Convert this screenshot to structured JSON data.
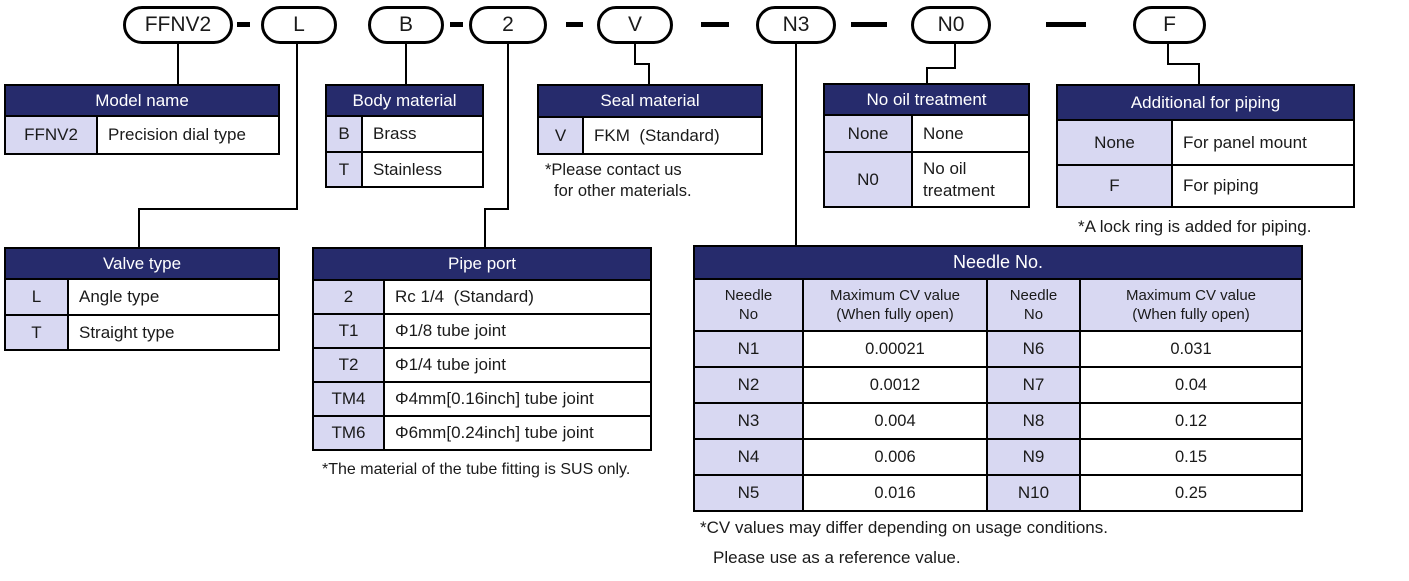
{
  "colors": {
    "header_bg": "#262b6c",
    "key_cell_bg": "#d8d8f2",
    "line": "#000000",
    "background": "#ffffff"
  },
  "code_segments": [
    {
      "label": "FFNV2"
    },
    {
      "label": "L"
    },
    {
      "label": "B"
    },
    {
      "label": "2"
    },
    {
      "label": "V"
    },
    {
      "label": "N3"
    },
    {
      "label": "N0"
    },
    {
      "label": "F"
    }
  ],
  "tables": {
    "model_name": {
      "title": "Model name",
      "rows": [
        {
          "key": "FFNV2",
          "value": "Precision dial type"
        }
      ]
    },
    "valve_type": {
      "title": "Valve type",
      "rows": [
        {
          "key": "L",
          "value": "Angle type"
        },
        {
          "key": "T",
          "value": "Straight type"
        }
      ]
    },
    "body_material": {
      "title": "Body material",
      "rows": [
        {
          "key": "B",
          "value": "Brass"
        },
        {
          "key": "T",
          "value": "Stainless"
        }
      ]
    },
    "pipe_port": {
      "title": "Pipe port",
      "rows": [
        {
          "key": "2",
          "value": "Rc 1/4  (Standard)"
        },
        {
          "key": "T1",
          "value": "Φ1/8 tube joint"
        },
        {
          "key": "T2",
          "value": "Φ1/4 tube joint"
        },
        {
          "key": "TM4",
          "value": "Φ4mm[0.16inch] tube joint"
        },
        {
          "key": "TM6",
          "value": "Φ6mm[0.24inch] tube joint"
        }
      ],
      "note": "*The material of the tube fitting is SUS only."
    },
    "seal_material": {
      "title": "Seal material",
      "rows": [
        {
          "key": "V",
          "value": "FKM  (Standard)"
        }
      ],
      "note_line1": "*Please contact us",
      "note_line2": "for other materials."
    },
    "no_oil_treatment": {
      "title": "No oil treatment",
      "rows": [
        {
          "key": "None",
          "value": "None"
        },
        {
          "key": "N0",
          "value": "No oil treatment"
        }
      ]
    },
    "additional_for_piping": {
      "title": "Additional for piping",
      "rows": [
        {
          "key": "None",
          "value": "For panel mount"
        },
        {
          "key": "F",
          "value": "For piping"
        }
      ],
      "note": "*A lock ring is added for piping."
    },
    "needle_no": {
      "title": "Needle No.",
      "needle_col_header": "Needle No",
      "cv_col_header_line1": "Maximum CV value",
      "cv_col_header_line2": "(When fully open)",
      "rows": [
        {
          "needle_left": "N1",
          "cv_left": "0.00021",
          "needle_right": "N6",
          "cv_right": "0.031"
        },
        {
          "needle_left": "N2",
          "cv_left": "0.0012",
          "needle_right": "N7",
          "cv_right": "0.04"
        },
        {
          "needle_left": "N3",
          "cv_left": "0.004",
          "needle_right": "N8",
          "cv_right": "0.12"
        },
        {
          "needle_left": "N4",
          "cv_left": "0.006",
          "needle_right": "N9",
          "cv_right": "0.15"
        },
        {
          "needle_left": "N5",
          "cv_left": "0.016",
          "needle_right": "N10",
          "cv_right": "0.25"
        }
      ],
      "note_line1": "*CV values may differ depending on usage conditions.",
      "note_line2": "Please use as a reference value."
    }
  }
}
